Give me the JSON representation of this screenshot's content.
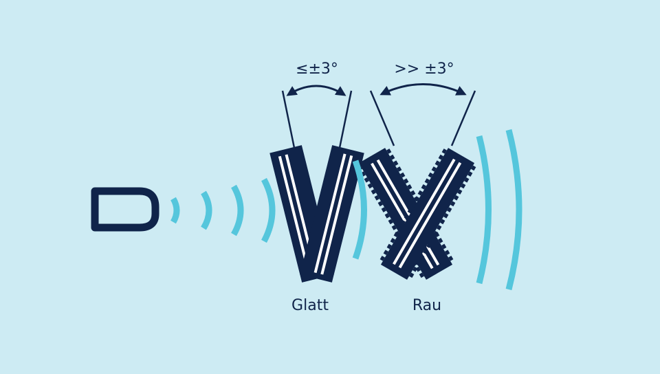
{
  "labels": {
    "smooth_angle": "≤±3°",
    "rough_angle": ">> ±3°",
    "smooth_name": "Glatt",
    "rough_name": "Rau"
  },
  "colors": {
    "background": "#cdebf3",
    "navy": "#10244a",
    "wave": "#55c6dc",
    "white": "#ffffff"
  }
}
